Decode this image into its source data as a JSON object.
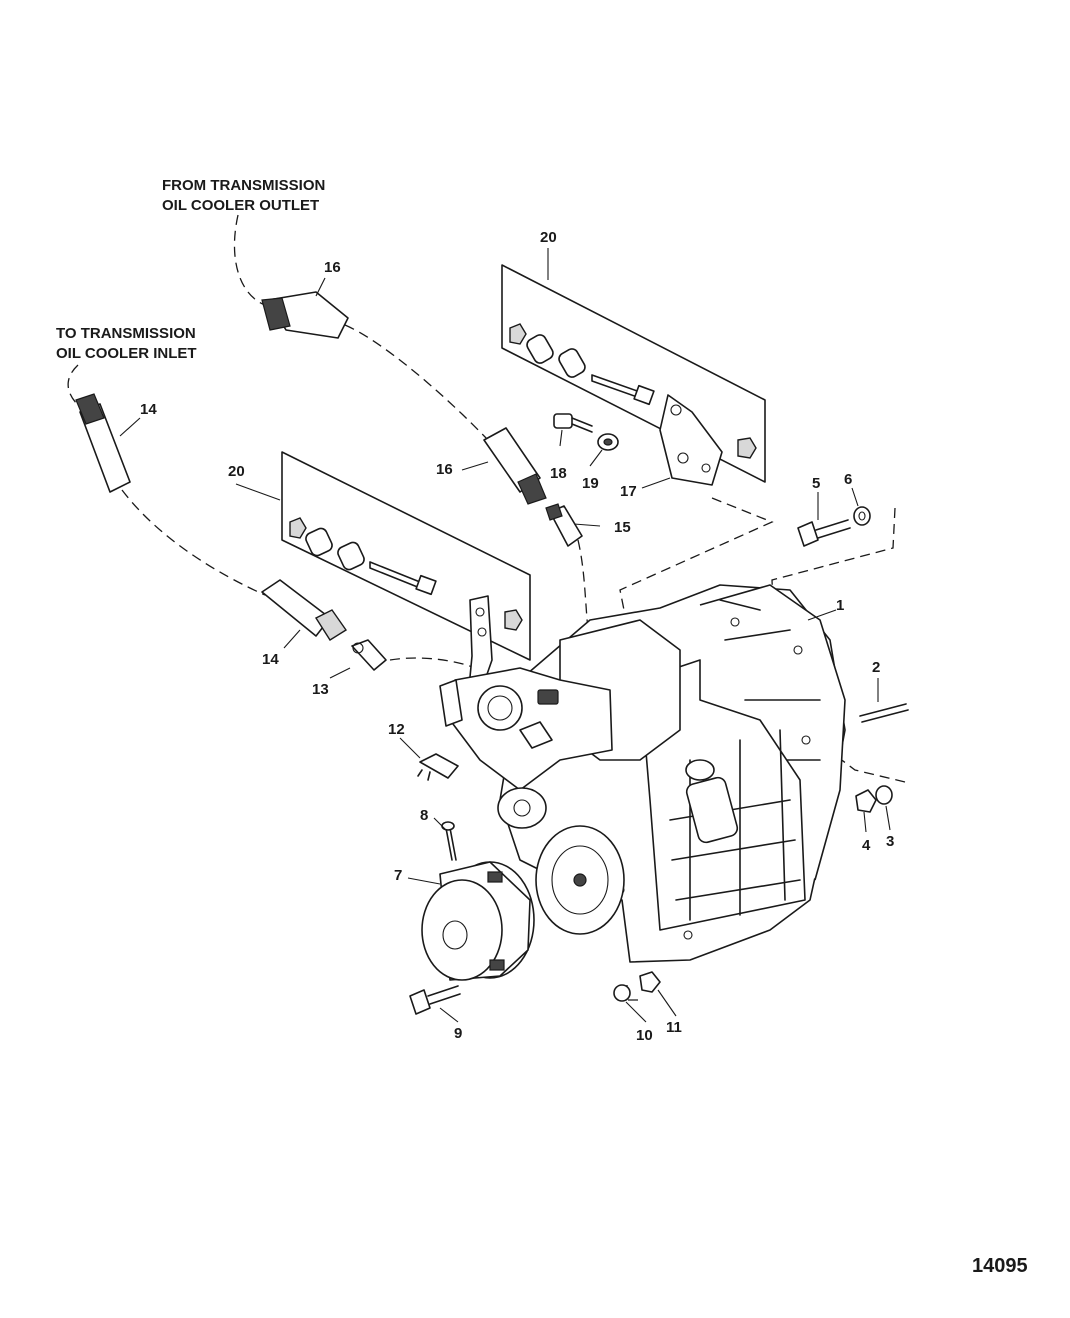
{
  "callouts": {
    "from_cooler_line1": "FROM TRANSMISSION",
    "from_cooler_line2": "OIL COOLER OUTLET",
    "to_cooler_line1": "TO TRANSMISSION",
    "to_cooler_line2": "OIL COOLER INLET"
  },
  "part_numbers": {
    "p1": "1",
    "p2": "2",
    "p3": "3",
    "p4": "4",
    "p5": "5",
    "p6": "6",
    "p7": "7",
    "p8": "8",
    "p9": "9",
    "p10": "10",
    "p11": "11",
    "p12": "12",
    "p13": "13",
    "p14_upper": "14",
    "p14_lower": "14",
    "p15": "15",
    "p16_upper": "16",
    "p16_lower": "16",
    "p17": "17",
    "p18": "18",
    "p19": "19",
    "p20_upper": "20",
    "p20_lower": "20"
  },
  "figure_number": "14095"
}
